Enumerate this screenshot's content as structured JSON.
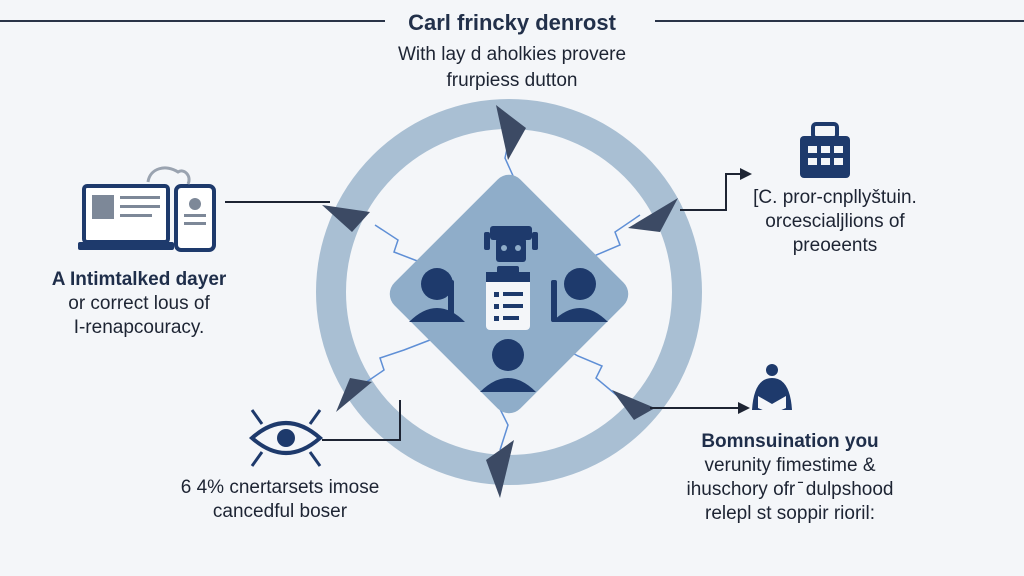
{
  "header": {
    "title": "Carl frincky denrost",
    "subtitle_lines": [
      "With lay d aholkies provere",
      "frurpiess dutton"
    ]
  },
  "blocks": {
    "left_top": {
      "heading": "A Intimtalked dayer",
      "lines": [
        "or correct lous of",
        "I-renapcouracy."
      ]
    },
    "right_top": {
      "lines": [
        "[C. pror-cnpllyštuin.",
        "orcescialjlions of",
        "preoeents"
      ]
    },
    "left_bottom": {
      "lines": [
        "6 4% cnertarsets imose",
        "cancedful boser"
      ]
    },
    "right_bottom": {
      "heading": "Bomnsuination you",
      "lines": [
        "verunity fimestime &",
        "ihuschory ofr ̄ dulpshood",
        "relepl st soppir rioril:"
      ]
    }
  },
  "icons": {
    "center": [
      "robot-icon",
      "user-with-key-icon",
      "briefcase-checklist-icon",
      "user-icon",
      "user-with-key-icon"
    ],
    "left_top": "laptop-and-phone-icon",
    "right_top": "calendar-briefcase-icon",
    "left_bottom": "eye-shield-icon",
    "right_bottom": "reader-person-icon"
  },
  "colors": {
    "ring": "#a9bfd3",
    "navy": "#1e3a6c",
    "arrow": "#3c4a64",
    "diamond": "#8fadc9",
    "spark": "#5f8fd6"
  }
}
